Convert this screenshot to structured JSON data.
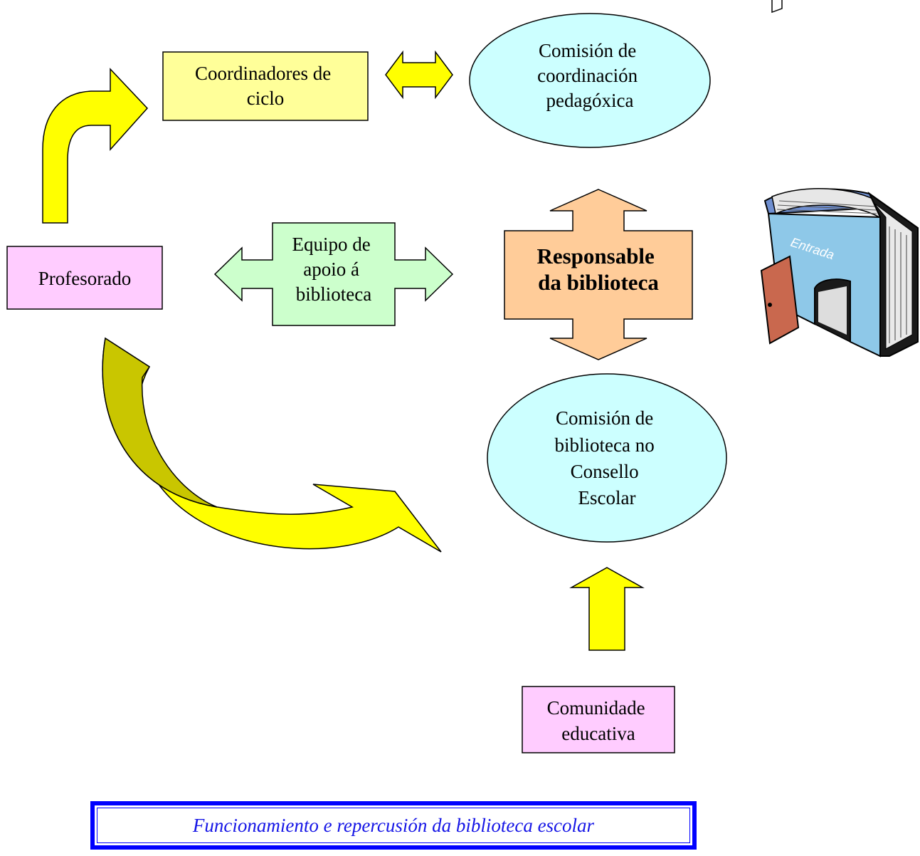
{
  "nodes": {
    "coordinadores": {
      "lines": [
        "Coordinadores de",
        "ciclo"
      ]
    },
    "comision_coordinacion": {
      "lines": [
        "Comisión de",
        "coordinación",
        "pedagóxica"
      ]
    },
    "equipo_apoio": {
      "lines": [
        "Equipo de",
        "apoio á",
        "biblioteca"
      ]
    },
    "responsable": {
      "lines": [
        "Responsable",
        "da biblioteca"
      ]
    },
    "profesorado": {
      "lines": [
        "Profesorado"
      ]
    },
    "comision_biblioteca": {
      "lines": [
        "Comisión de",
        "biblioteca no",
        "Consello",
        "Escolar"
      ]
    },
    "comunidade": {
      "lines": [
        "Comunidade",
        "educativa"
      ]
    }
  },
  "book_sign": "Entrada",
  "caption": "Funcionamiento e repercusión da biblioteca escolar",
  "colors": {
    "box_yellow": "#ffff99",
    "ellipse_cyan": "#ccffff",
    "box_pink": "#ffccff",
    "box_green": "#ccffcc",
    "box_orange": "#ffcc99",
    "arrow_yellow": "#ffff00",
    "arrow_olive": "#c9c600",
    "caption_blue": "#0000ff"
  }
}
